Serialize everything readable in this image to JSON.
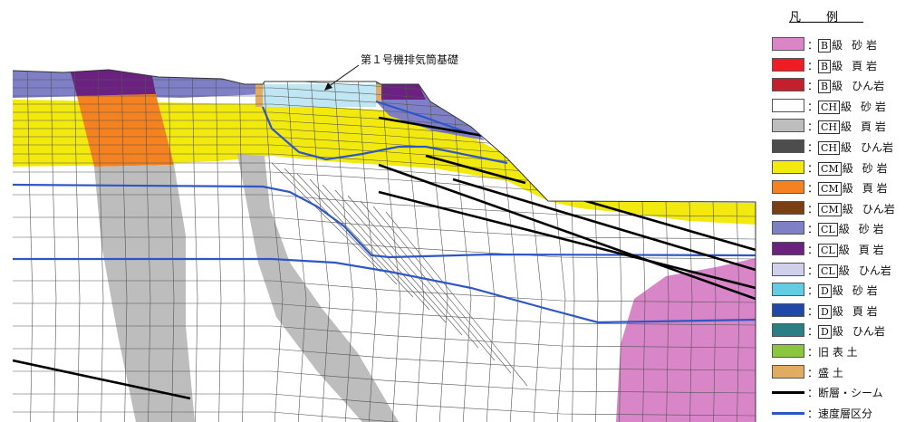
{
  "annotation": "第１号機排気筒基礎",
  "legend": {
    "title": "凡例",
    "items": [
      {
        "swatch": "#d986c8",
        "grade": "B",
        "kind": "級",
        "rock": "砂 岩"
      },
      {
        "swatch": "#ee1c23",
        "grade": "B",
        "kind": "級",
        "rock": "頁 岩"
      },
      {
        "swatch": "#c41f2e",
        "grade": "B",
        "kind": "級",
        "rock": "ひん岩"
      },
      {
        "swatch": "#ffffff",
        "grade": "CH",
        "kind": "級",
        "rock": "砂 岩"
      },
      {
        "swatch": "#bdbdbd",
        "grade": "CH",
        "kind": "級",
        "rock": "頁 岩"
      },
      {
        "swatch": "#4d4d4d",
        "grade": "CH",
        "kind": "級",
        "rock": "ひん岩"
      },
      {
        "swatch": "#f2ea0f",
        "grade": "CM",
        "kind": "級",
        "rock": "砂 岩"
      },
      {
        "swatch": "#f58220",
        "grade": "CM",
        "kind": "級",
        "rock": "頁 岩"
      },
      {
        "swatch": "#7a3f12",
        "grade": "CM",
        "kind": "級",
        "rock": "ひん岩"
      },
      {
        "swatch": "#7e7fc4",
        "grade": "CL",
        "kind": "級",
        "rock": "砂 岩"
      },
      {
        "swatch": "#6a2180",
        "grade": "CL",
        "kind": "級",
        "rock": "頁 岩"
      },
      {
        "swatch": "#d0d0ec",
        "grade": "CL",
        "kind": "級",
        "rock": "ひん岩"
      },
      {
        "swatch": "#62cde0",
        "grade": "D",
        "kind": "級",
        "rock": "砂 岩"
      },
      {
        "swatch": "#1f48a8",
        "grade": "D",
        "kind": "級",
        "rock": "頁 岩"
      },
      {
        "swatch": "#2a7f84",
        "grade": "D",
        "kind": "級",
        "rock": "ひん岩"
      },
      {
        "swatch": "#8cc63f",
        "grade": "",
        "kind": "",
        "rock": "旧 表 土"
      },
      {
        "swatch": "#e1ab62",
        "grade": "",
        "kind": "",
        "rock": "盛 土"
      },
      {
        "line": "#000000",
        "grade": "",
        "kind": "",
        "rock": "断層・シーム"
      },
      {
        "line": "#2e57c4",
        "grade": "",
        "kind": "",
        "rock": "速度層区分"
      }
    ]
  },
  "colors": {
    "yellow": "#f2ea0f",
    "orange": "#f58220",
    "purple": "#6a2180",
    "lavender": "#7e7fc4",
    "pink": "#d986c8",
    "grey": "#bdbdbd",
    "cyan": "#bfe6f2",
    "tan": "#e1ab62",
    "mesh": "#555555",
    "fault": "#000000",
    "velocity": "#2e57c4"
  }
}
